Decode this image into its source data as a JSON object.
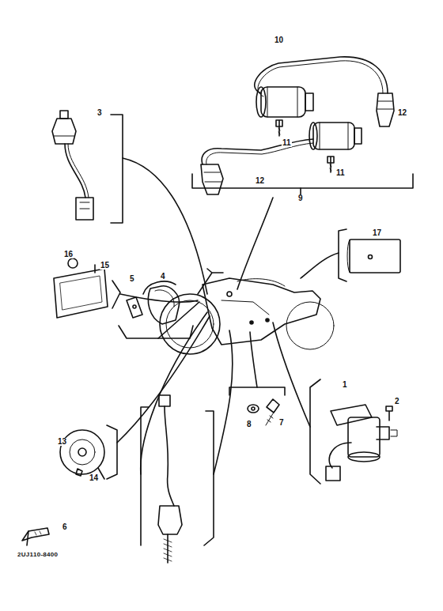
{
  "diagram": {
    "labels": [
      "10",
      "12",
      "3",
      "11",
      "12",
      "11",
      "9",
      "17",
      "16",
      "15",
      "5",
      "4",
      "13",
      "14",
      "8",
      "7",
      "1",
      "2",
      "6",
      "2UJ110-8400"
    ]
  }
}
